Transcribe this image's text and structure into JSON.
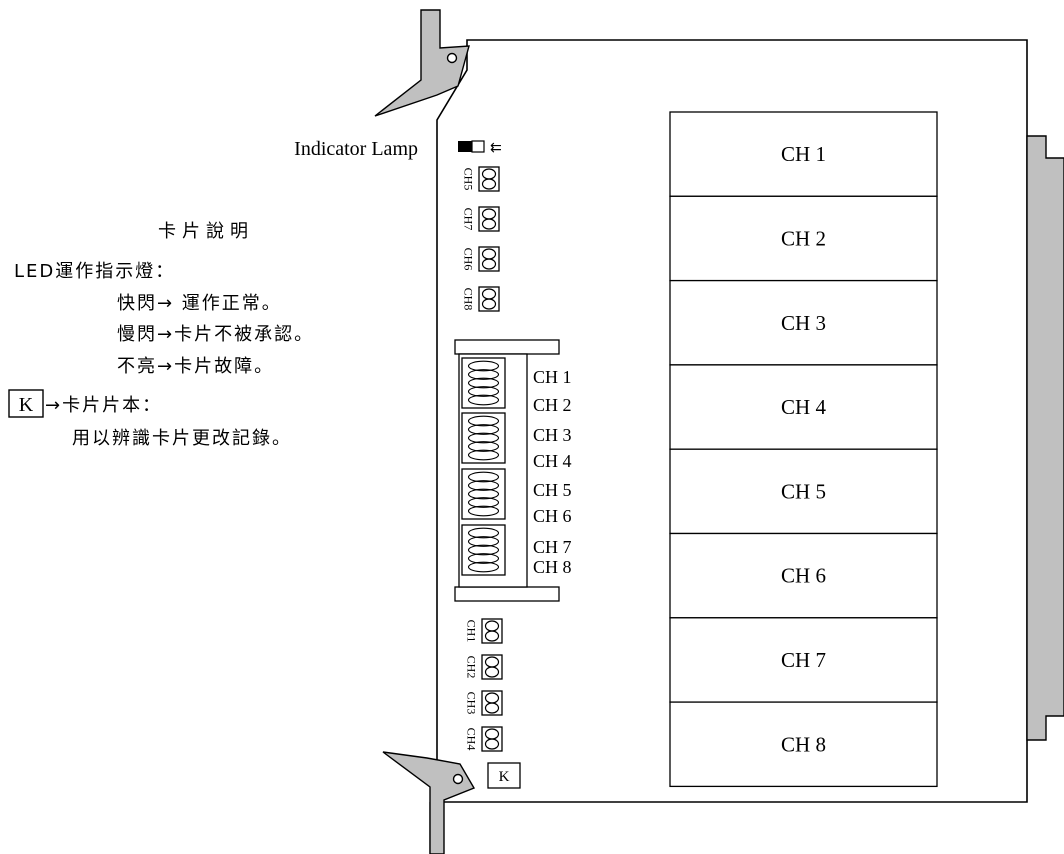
{
  "indicator_lamp_label": "Indicator Lamp",
  "card_description": {
    "title": "卡片說明",
    "led_heading": "LED運作指示燈：",
    "led_states": [
      "快閃→ 運作正常。",
      "慢閃→卡片不被承認。",
      "不亮→卡片故障。"
    ],
    "k_box": "K",
    "k_heading": "→卡片片本：",
    "k_detail": "用以辨識卡片更改記錄。"
  },
  "board": {
    "k_label": "K",
    "upper_jack_labels": [
      "CH5",
      "CH7",
      "CH6",
      "CH8"
    ],
    "lower_jack_labels": [
      "CH1",
      "CH2",
      "CH3",
      "CH4"
    ],
    "connector_labels": [
      "CH 1",
      "CH 2",
      "CH 3",
      "CH 4",
      "CH 5",
      "CH 6",
      "CH 7",
      "CH 8"
    ],
    "channel_slots": [
      "CH 1",
      "CH 2",
      "CH 3",
      "CH 4",
      "CH 5",
      "CH 6",
      "CH 7",
      "CH 8"
    ]
  },
  "colors": {
    "outline": "#000000",
    "lever_fill": "#c0c0c0",
    "led_fill": "#000000",
    "background": "#ffffff"
  }
}
